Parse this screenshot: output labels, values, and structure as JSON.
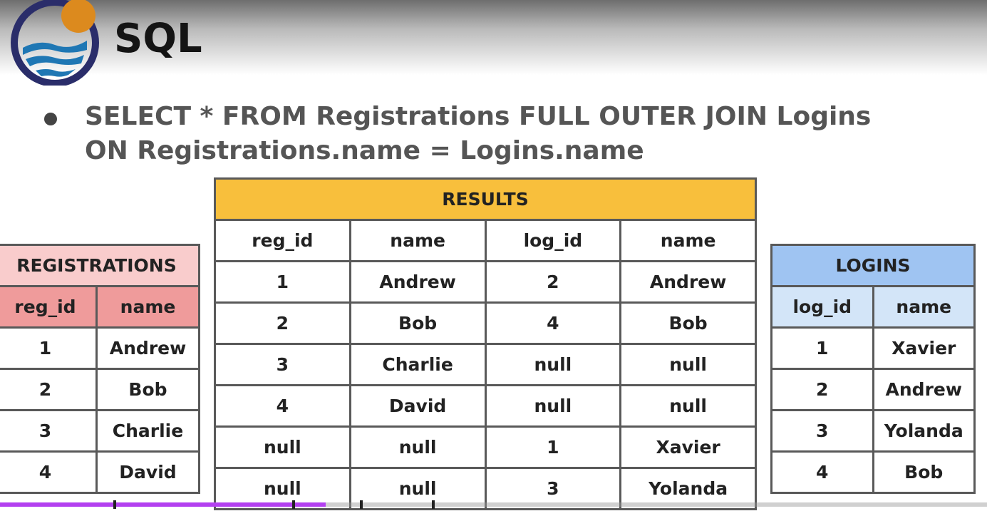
{
  "header": {
    "title": "SQL"
  },
  "query": {
    "line1": "SELECT * FROM Registrations FULL OUTER JOIN Logins",
    "line2": "ON Registrations.name = Logins.name"
  },
  "results": {
    "title": "RESULTS",
    "columns": [
      "reg_id",
      "name",
      "log_id",
      "name"
    ],
    "rows": [
      [
        "1",
        "Andrew",
        "2",
        "Andrew"
      ],
      [
        "2",
        "Bob",
        "4",
        "Bob"
      ],
      [
        "3",
        "Charlie",
        "null",
        "null"
      ],
      [
        "4",
        "David",
        "null",
        "null"
      ],
      [
        "null",
        "null",
        "1",
        "Xavier"
      ],
      [
        "null",
        "null",
        "3",
        "Yolanda"
      ]
    ]
  },
  "registrations": {
    "title": "REGISTRATIONS",
    "columns": [
      "reg_id",
      "name"
    ],
    "rows": [
      [
        "1",
        "Andrew"
      ],
      [
        "2",
        "Bob"
      ],
      [
        "3",
        "Charlie"
      ],
      [
        "4",
        "David"
      ]
    ]
  },
  "logins": {
    "title": "LOGINS",
    "columns": [
      "log_id",
      "name"
    ],
    "rows": [
      [
        "1",
        "Xavier"
      ],
      [
        "2",
        "Andrew"
      ],
      [
        "3",
        "Yolanda"
      ],
      [
        "4",
        "Bob"
      ]
    ]
  },
  "video": {
    "progress_fraction": 0.33
  },
  "colors": {
    "results_header": "#f8bf3c",
    "registrations_header": "#f9cccc",
    "registrations_subheader": "#ef9b9b",
    "logins_header": "#9fc4f2",
    "logins_subheader": "#d3e5f8",
    "progress": "#b340f0"
  }
}
